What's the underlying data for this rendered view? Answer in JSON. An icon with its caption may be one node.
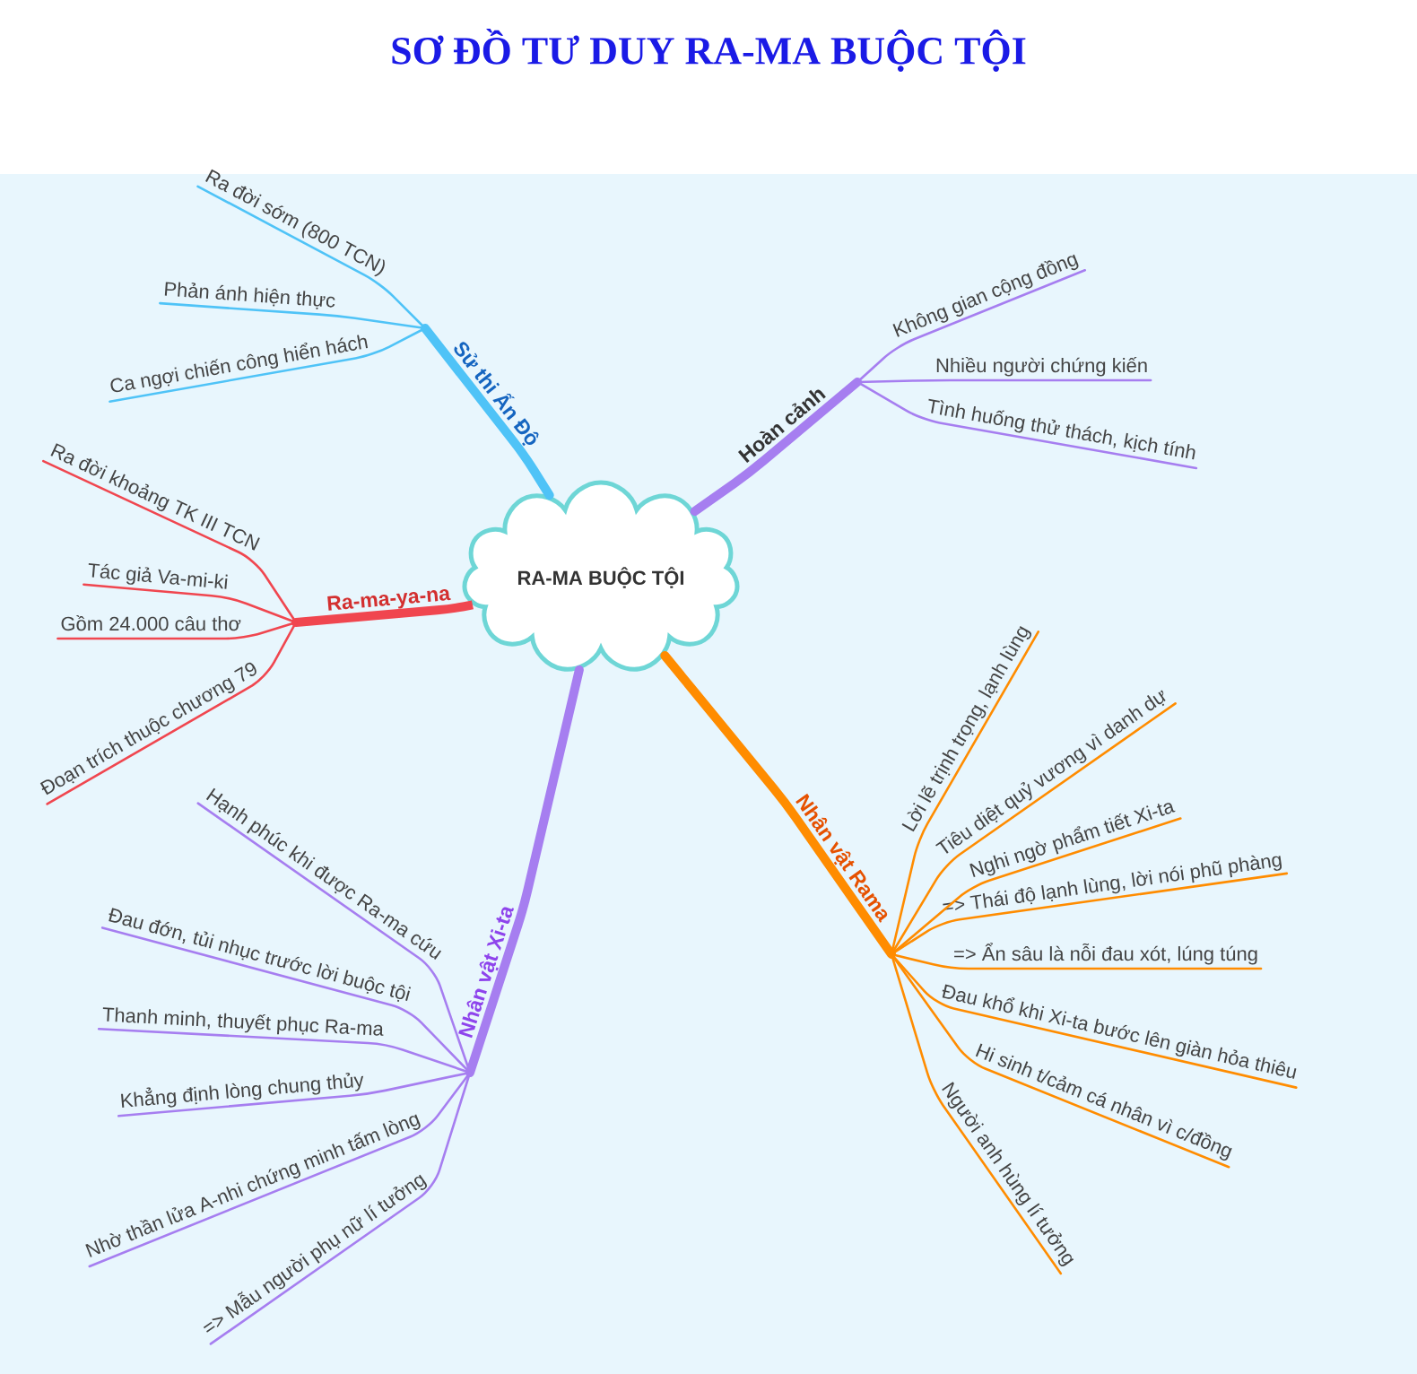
{
  "diagram": {
    "title": "SƠ ĐỒ TƯ DUY RA-MA BUỘC TỘI",
    "nodes": [
      {
        "text": [
          "RA-MA BUỘC TỘI"
        ]
      },
      {
        "text": [
          "Sử thi Ấn Độ"
        ]
      },
      {
        "text": [
          "Ra đời sớm (800 TCN)"
        ]
      },
      {
        "text": [
          "Phản ánh hiện thực"
        ]
      },
      {
        "text": [
          "Ca ngợi chiến công hiển hách"
        ]
      },
      {
        "text": [
          "Ra-ma-ya-na"
        ]
      },
      {
        "text": [
          "Ra đời khoảng TK III TCN"
        ]
      },
      {
        "text": [
          "Tác giả Va-mi-ki"
        ]
      },
      {
        "text": [
          "Gồm 24.000 câu thơ"
        ]
      },
      {
        "text": [
          "Đoạn trích thuộc chương 79"
        ]
      },
      {
        "text": [
          "Hoàn cảnh"
        ]
      },
      {
        "text": [
          "Không gian cộng đồng"
        ]
      },
      {
        "text": [
          "Nhiều người chứng kiến"
        ]
      },
      {
        "text": [
          "Tình huống thử thách, kịch tính"
        ]
      },
      {
        "text": [
          "Nhân vật Xi-ta"
        ]
      },
      {
        "text": [
          "Hạnh phúc khi được Ra-ma cứu"
        ]
      },
      {
        "text": [
          "Đau đớn, tủi nhục trước lời buộc tội"
        ]
      },
      {
        "text": [
          "Thanh minh, thuyết phục Ra-ma"
        ]
      },
      {
        "text": [
          "Khẳng định lòng chung thủy"
        ]
      },
      {
        "text": [
          "Nhờ thần lửa A-nhi chứng minh tấm lòng"
        ]
      },
      {
        "text": [
          "=> Mẫu người phụ nữ lí tưởng"
        ]
      },
      {
        "text": [
          "Nhân vật Rama"
        ]
      },
      {
        "text": [
          "Lời lẽ trịnh trọng, lạnh lùng"
        ]
      },
      {
        "text": [
          "Tiêu diệt quỷ vương vì danh dự"
        ]
      },
      {
        "text": [
          "Nghi ngờ phẩm tiết Xi-ta"
        ]
      },
      {
        "text": [
          "=> Thái độ lạnh lùng, lời nói phũ phàng"
        ]
      },
      {
        "text": [
          "=> Ẩn sâu là nỗi đau xót, lúng túng"
        ]
      },
      {
        "text": [
          "Đau khổ khi Xi-ta bước lên giàn hỏa thiêu"
        ]
      },
      {
        "text": [
          "Hi sinh t/cảm cá nhân vì c/đồng"
        ]
      },
      {
        "text": [
          "Người anh hùng lí tưởng"
        ]
      }
    ],
    "edges": [
      {
        "from": 0,
        "to": 1,
        "arrow": "none",
        "style": "thick",
        "color": "#4fc3f7"
      },
      {
        "from": 1,
        "to": 2,
        "arrow": "none",
        "color": "#4fc3f7"
      },
      {
        "from": 1,
        "to": 3,
        "arrow": "none",
        "color": "#4fc3f7"
      },
      {
        "from": 1,
        "to": 4,
        "arrow": "none",
        "color": "#4fc3f7"
      },
      {
        "from": 0,
        "to": 5,
        "arrow": "none",
        "style": "thick",
        "color": "#f0464f"
      },
      {
        "from": 5,
        "to": 6,
        "arrow": "none",
        "color": "#f0464f"
      },
      {
        "from": 5,
        "to": 7,
        "arrow": "none",
        "color": "#f0464f"
      },
      {
        "from": 5,
        "to": 8,
        "arrow": "none",
        "color": "#f0464f"
      },
      {
        "from": 5,
        "to": 9,
        "arrow": "none",
        "color": "#f0464f"
      },
      {
        "from": 0,
        "to": 10,
        "arrow": "none",
        "style": "thick",
        "color": "#a67ef0"
      },
      {
        "from": 10,
        "to": 11,
        "arrow": "none",
        "color": "#a67ef0"
      },
      {
        "from": 10,
        "to": 12,
        "arrow": "none",
        "color": "#a67ef0"
      },
      {
        "from": 10,
        "to": 13,
        "arrow": "none",
        "color": "#a67ef0"
      },
      {
        "from": 0,
        "to": 14,
        "arrow": "none",
        "style": "thick",
        "color": "#a67ef0"
      },
      {
        "from": 14,
        "to": 15,
        "arrow": "none",
        "color": "#a67ef0"
      },
      {
        "from": 14,
        "to": 16,
        "arrow": "none",
        "color": "#a67ef0"
      },
      {
        "from": 14,
        "to": 17,
        "arrow": "none",
        "color": "#a67ef0"
      },
      {
        "from": 14,
        "to": 18,
        "arrow": "none",
        "color": "#a67ef0"
      },
      {
        "from": 14,
        "to": 19,
        "arrow": "none",
        "color": "#a67ef0"
      },
      {
        "from": 14,
        "to": 20,
        "arrow": "none",
        "color": "#a67ef0"
      },
      {
        "from": 0,
        "to": 21,
        "arrow": "none",
        "style": "thick",
        "color": "#ff8c00"
      },
      {
        "from": 21,
        "to": 22,
        "arrow": "none",
        "color": "#ff8c00"
      },
      {
        "from": 21,
        "to": 23,
        "arrow": "none",
        "color": "#ff8c00"
      },
      {
        "from": 21,
        "to": 24,
        "arrow": "none",
        "color": "#ff8c00"
      },
      {
        "from": 21,
        "to": 25,
        "arrow": "none",
        "color": "#ff8c00"
      },
      {
        "from": 21,
        "to": 26,
        "arrow": "none",
        "color": "#ff8c00"
      },
      {
        "from": 21,
        "to": 27,
        "arrow": "none",
        "color": "#ff8c00"
      },
      {
        "from": 21,
        "to": 28,
        "arrow": "none",
        "color": "#ff8c00"
      },
      {
        "from": 21,
        "to": 29,
        "arrow": "none",
        "color": "#ff8c00"
      }
    ]
  }
}
